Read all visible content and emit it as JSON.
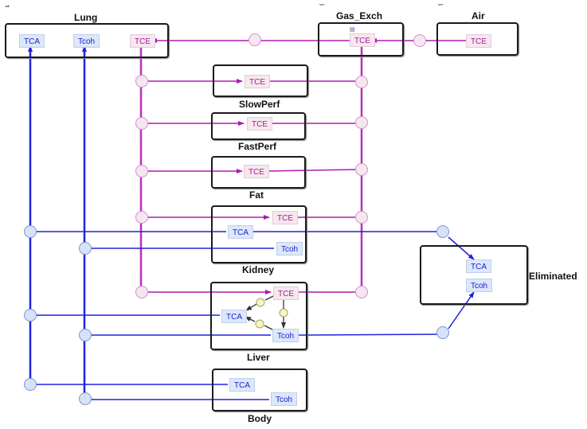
{
  "colors": {
    "tce_line": "#b01ab0",
    "blue_line": "#2020e0",
    "reaction_line": "#333333",
    "tce_node_fill": "#f6e6ee",
    "blue_node_fill": "#d6e2f8",
    "reaction_node_fill": "#f6f4c0"
  },
  "compartments": {
    "lung": {
      "label": "Lung",
      "species": [
        "TCA",
        "Tcoh",
        "TCE"
      ]
    },
    "gas_exch": {
      "label": "Gas_Exch",
      "species": [
        "TCE"
      ]
    },
    "air": {
      "label": "Air",
      "species": [
        "TCE"
      ]
    },
    "slowperf": {
      "label": "SlowPerf",
      "species": [
        "TCE"
      ]
    },
    "fastperf": {
      "label": "FastPerf",
      "species": [
        "TCE"
      ]
    },
    "fat": {
      "label": "Fat",
      "species": [
        "TCE"
      ]
    },
    "kidney": {
      "label": "Kidney",
      "species": [
        "TCE",
        "TCA",
        "Tcoh"
      ]
    },
    "liver": {
      "label": "Liver",
      "species": [
        "TCE",
        "TCA",
        "Tcoh"
      ]
    },
    "body": {
      "label": "Body",
      "species": [
        "TCA",
        "Tcoh"
      ]
    },
    "eliminated": {
      "label": "Eliminated",
      "species": [
        "TCA",
        "Tcoh"
      ]
    }
  },
  "reactions": [
    {
      "from": "Air.TCE",
      "to": "Gas_Exch.TCE",
      "type": "transport"
    },
    {
      "from": "Gas_Exch.TCE",
      "to": "Lung.TCE",
      "type": "transport"
    },
    {
      "from": "Lung.TCE",
      "to": "SlowPerf.TCE",
      "type": "transport"
    },
    {
      "from": "Lung.TCE",
      "to": "FastPerf.TCE",
      "type": "transport"
    },
    {
      "from": "Lung.TCE",
      "to": "Fat.TCE",
      "type": "transport"
    },
    {
      "from": "Lung.TCE",
      "to": "Kidney.TCE",
      "type": "transport"
    },
    {
      "from": "Lung.TCE",
      "to": "Liver.TCE",
      "type": "transport"
    },
    {
      "from": "Kidney.TCA",
      "to": "Lung.TCA",
      "type": "transport"
    },
    {
      "from": "Kidney.Tcoh",
      "to": "Lung.Tcoh",
      "type": "transport"
    },
    {
      "from": "Liver.TCA",
      "to": "Lung.TCA",
      "type": "transport"
    },
    {
      "from": "Liver.Tcoh",
      "to": "Lung.Tcoh",
      "type": "transport"
    },
    {
      "from": "Body.TCA",
      "to": "Lung.TCA",
      "type": "transport"
    },
    {
      "from": "Body.Tcoh",
      "to": "Lung.Tcoh",
      "type": "transport"
    },
    {
      "from": "Kidney.TCA",
      "to": "Eliminated.TCA",
      "type": "elimination"
    },
    {
      "from": "Liver.Tcoh",
      "to": "Eliminated.Tcoh",
      "type": "elimination"
    },
    {
      "from": "Liver.TCE",
      "to": "Liver.TCA",
      "type": "metabolism"
    },
    {
      "from": "Liver.TCE",
      "to": "Liver.Tcoh",
      "type": "metabolism"
    },
    {
      "from": "Liver.Tcoh",
      "to": "Liver.TCA",
      "type": "metabolism"
    }
  ]
}
